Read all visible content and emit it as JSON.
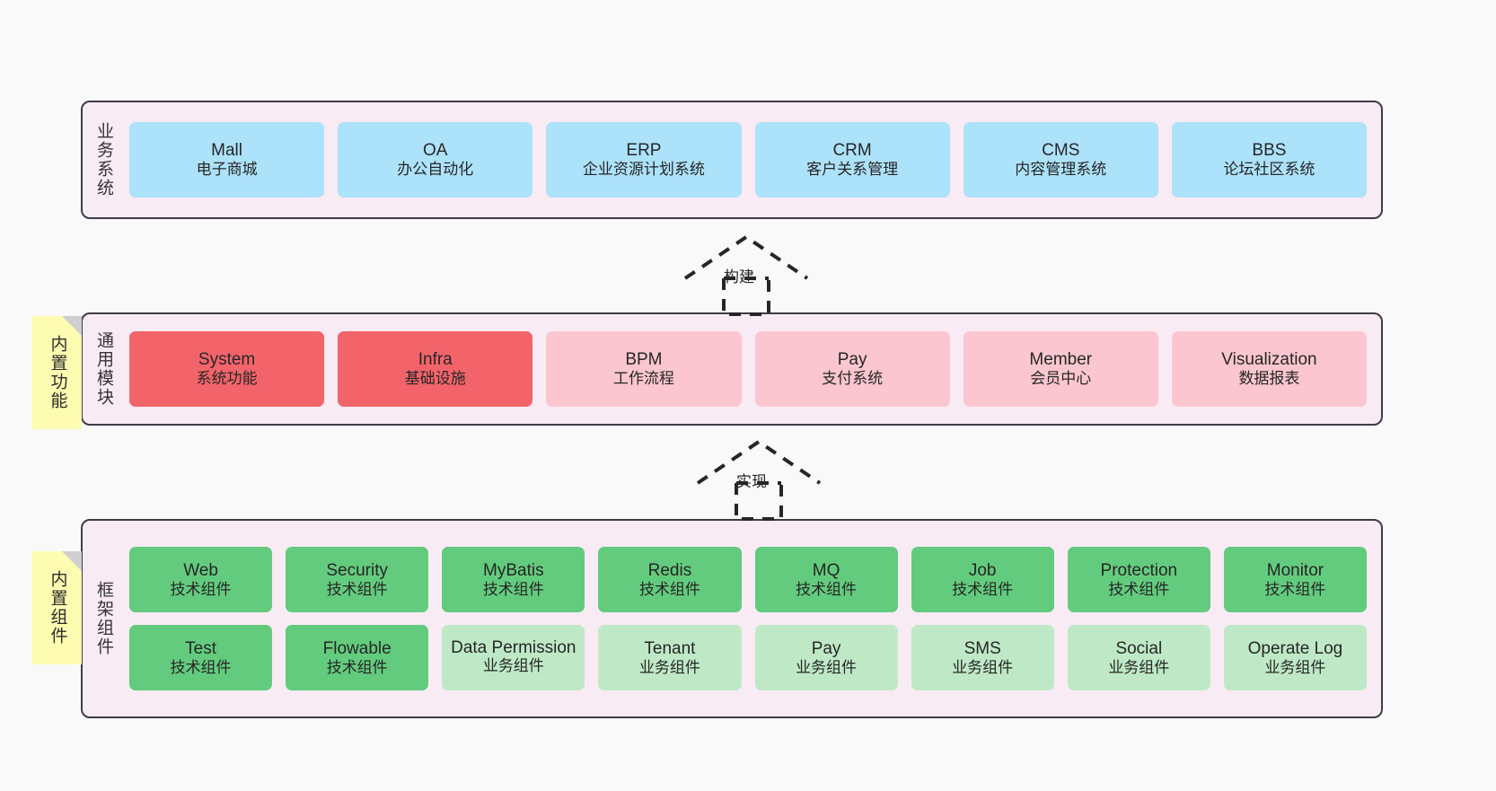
{
  "diagram": {
    "background_color": "#f9f9f9",
    "layer_border_color": "#3f3b46",
    "layer_fill_color": "#f9ebf4"
  },
  "layers": [
    {
      "id": "business-systems",
      "label": "业务系统",
      "cards": [
        {
          "title": "Mall",
          "subtitle": "电子商城",
          "color": "#ade2fb"
        },
        {
          "title": "OA",
          "subtitle": "办公自动化",
          "color": "#ade2fb"
        },
        {
          "title": "ERP",
          "subtitle": "企业资源计划系统",
          "color": "#ade2fb"
        },
        {
          "title": "CRM",
          "subtitle": "客户关系管理",
          "color": "#ade2fb"
        },
        {
          "title": "CMS",
          "subtitle": "内容管理系统",
          "color": "#ade2fb"
        },
        {
          "title": "BBS",
          "subtitle": "论坛社区系统",
          "color": "#ade2fb"
        }
      ]
    },
    {
      "id": "common-modules",
      "label": "通用模块",
      "sticky_note": "内置功能",
      "cards": [
        {
          "title": "System",
          "subtitle": "系统功能",
          "color": "#f2646a"
        },
        {
          "title": "Infra",
          "subtitle": "基础设施",
          "color": "#f2646a"
        },
        {
          "title": "BPM",
          "subtitle": "工作流程",
          "color": "#fbc6cf"
        },
        {
          "title": "Pay",
          "subtitle": "支付系统",
          "color": "#fbc6cf"
        },
        {
          "title": "Member",
          "subtitle": "会员中心",
          "color": "#fbc6cf"
        },
        {
          "title": "Visualization",
          "subtitle": "数据报表",
          "color": "#fbc6cf"
        }
      ]
    },
    {
      "id": "framework-components",
      "label": "框架组件",
      "sticky_note": "内置组件",
      "rows": [
        [
          {
            "title": "Web",
            "subtitle": "技术组件",
            "color": "#63cb7e"
          },
          {
            "title": "Security",
            "subtitle": "技术组件",
            "color": "#63cb7e"
          },
          {
            "title": "MyBatis",
            "subtitle": "技术组件",
            "color": "#63cb7e"
          },
          {
            "title": "Redis",
            "subtitle": "技术组件",
            "color": "#63cb7e"
          },
          {
            "title": "MQ",
            "subtitle": "技术组件",
            "color": "#63cb7e"
          },
          {
            "title": "Job",
            "subtitle": "技术组件",
            "color": "#63cb7e"
          },
          {
            "title": "Protection",
            "subtitle": "技术组件",
            "color": "#63cb7e"
          },
          {
            "title": "Monitor",
            "subtitle": "技术组件",
            "color": "#63cb7e"
          }
        ],
        [
          {
            "title": "Test",
            "subtitle": "技术组件",
            "color": "#63cb7e"
          },
          {
            "title": "Flowable",
            "subtitle": "技术组件",
            "color": "#63cb7e"
          },
          {
            "title": "Data Permission",
            "subtitle": "业务组件",
            "color": "#bfe9c6"
          },
          {
            "title": "Tenant",
            "subtitle": "业务组件",
            "color": "#bfe9c6"
          },
          {
            "title": "Pay",
            "subtitle": "业务组件",
            "color": "#bfe9c6"
          },
          {
            "title": "SMS",
            "subtitle": "业务组件",
            "color": "#bfe9c6"
          },
          {
            "title": "Social",
            "subtitle": "业务组件",
            "color": "#bfe9c6"
          },
          {
            "title": "Operate Log",
            "subtitle": "业务组件",
            "color": "#bfe9c6"
          }
        ]
      ]
    }
  ],
  "connectors": [
    {
      "id": "build",
      "label": "构建",
      "style": "dashed-hollow-triangle"
    },
    {
      "id": "implement",
      "label": "实现",
      "style": "dashed-hollow-triangle"
    }
  ]
}
